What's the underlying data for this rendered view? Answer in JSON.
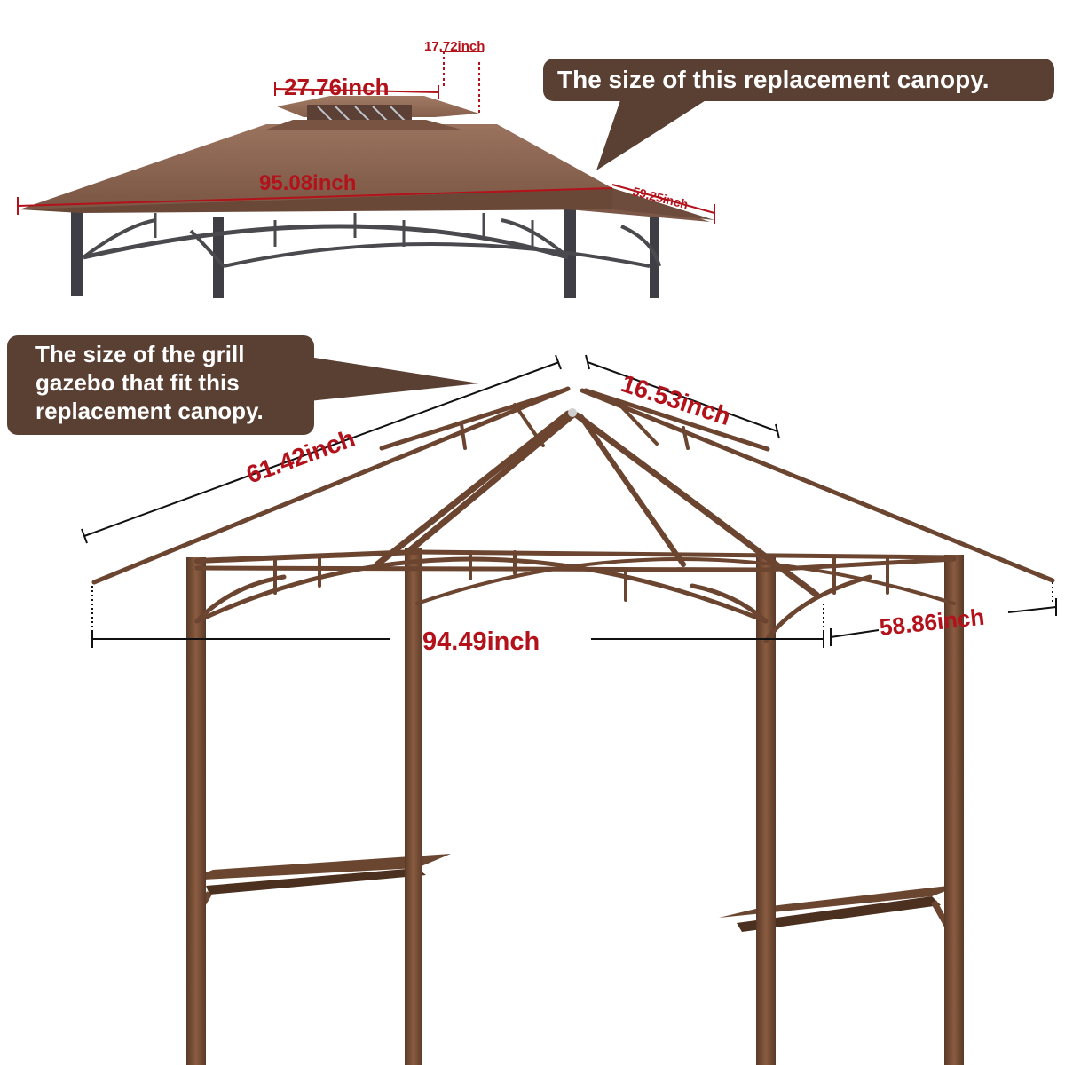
{
  "callouts": {
    "canopy_note": "The size of this replacement canopy.",
    "gazebo_note_line1": "The size of the grill",
    "gazebo_note_line2": "gazebo that fit this",
    "gazebo_note_line3": "replacement canopy."
  },
  "canopy_dimensions": {
    "top_height": "17.72inch",
    "top_width": "27.76inch",
    "length": "95.08inch",
    "width": "59.25inch"
  },
  "gazebo_dimensions": {
    "rafter_length": "61.42inch",
    "vent_rafter_length": "16.53inch",
    "length": "94.49inch",
    "width": "58.86inch"
  },
  "colors": {
    "callout_bg": "#5a3f33",
    "canopy_fabric": "#8a6450",
    "frame": "#6b4530",
    "dimension": "#b3121b"
  }
}
